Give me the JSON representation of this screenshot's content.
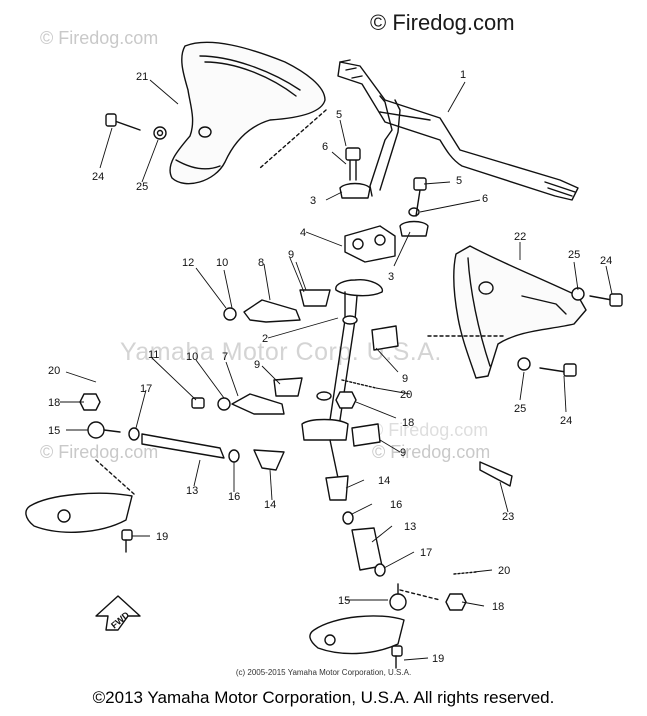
{
  "watermarks": {
    "main": "© Firedog.com",
    "small": [
      "© Firedog.com",
      "© Firedog.com",
      "© Firedog.com",
      "© Firedog.com"
    ],
    "corp": "Yamaha Motor Corp. U.S.A."
  },
  "fwd_label": "FWD",
  "footer": {
    "small": "(c) 2005-2015 Yamaha Motor Corporation, U.S.A.",
    "main": "©2013 Yamaha Motor Corporation, U.S.A. All rights reserved."
  },
  "callouts": [
    "1",
    "2",
    "3",
    "3",
    "4",
    "5",
    "5",
    "6",
    "6",
    "7",
    "8",
    "9",
    "9",
    "9",
    "9",
    "10",
    "10",
    "11",
    "12",
    "13",
    "13",
    "14",
    "14",
    "15",
    "15",
    "16",
    "16",
    "17",
    "17",
    "18",
    "18",
    "19",
    "19",
    "20",
    "20",
    "21",
    "22",
    "23",
    "24",
    "24",
    "25",
    "25"
  ]
}
